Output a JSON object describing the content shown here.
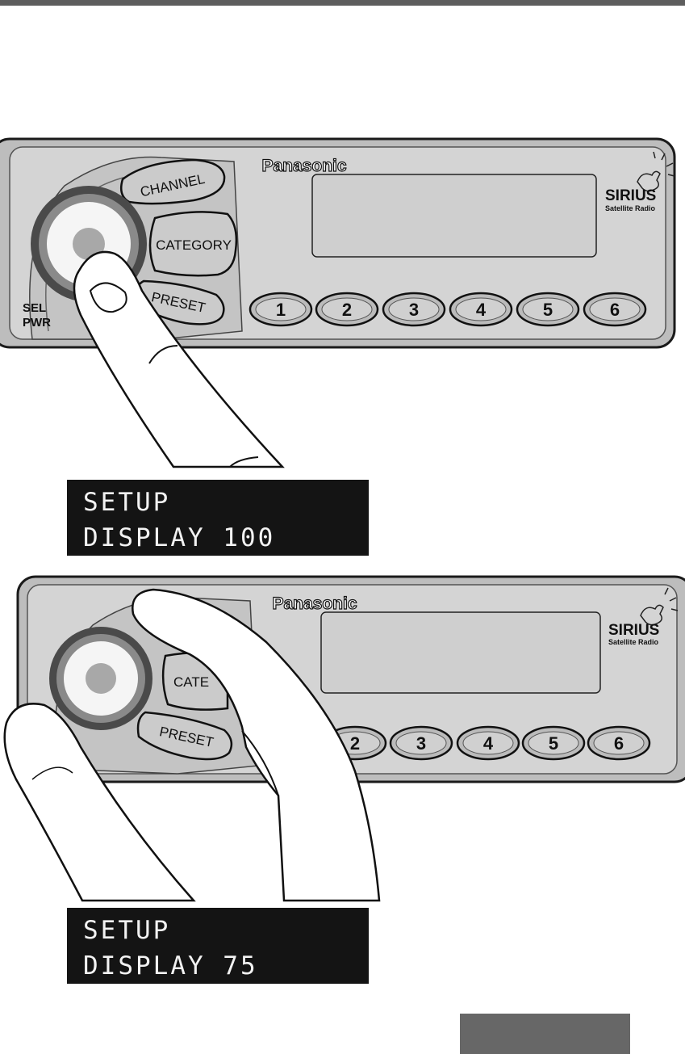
{
  "panel_top": {
    "brand": "Panasonic",
    "sirius_logo": "SIRIUS",
    "sirius_tagline": "Satellite Radio",
    "sel_label": "SEL",
    "pwr_label": "PWR",
    "buttons": {
      "channel": "CHANNEL",
      "category": "CATEGORY",
      "preset": "PRESET"
    },
    "presets": [
      "1",
      "2",
      "3",
      "4",
      "5",
      "6"
    ]
  },
  "display_top": {
    "line1": "SETUP",
    "line2": "DISPLAY 100"
  },
  "panel_bottom": {
    "brand": "Panasonic",
    "sirius_logo": "SIRIUS",
    "sirius_tagline": "Satellite Radio",
    "buttons": {
      "category_partial": "CATE",
      "preset": "PRESET"
    },
    "presets": [
      "2",
      "3",
      "4",
      "5",
      "6"
    ]
  },
  "display_bottom": {
    "line1": "SETUP",
    "line2": "DISPLAY 75"
  },
  "colors": {
    "panel": "#d4d4d4",
    "button": "#c9c9c9",
    "lcd": "#141414",
    "rule": "#5d5d5d"
  },
  "icons": [
    "sirius-dog-icon",
    "finger-press-icon",
    "hand-rotate-icon"
  ]
}
